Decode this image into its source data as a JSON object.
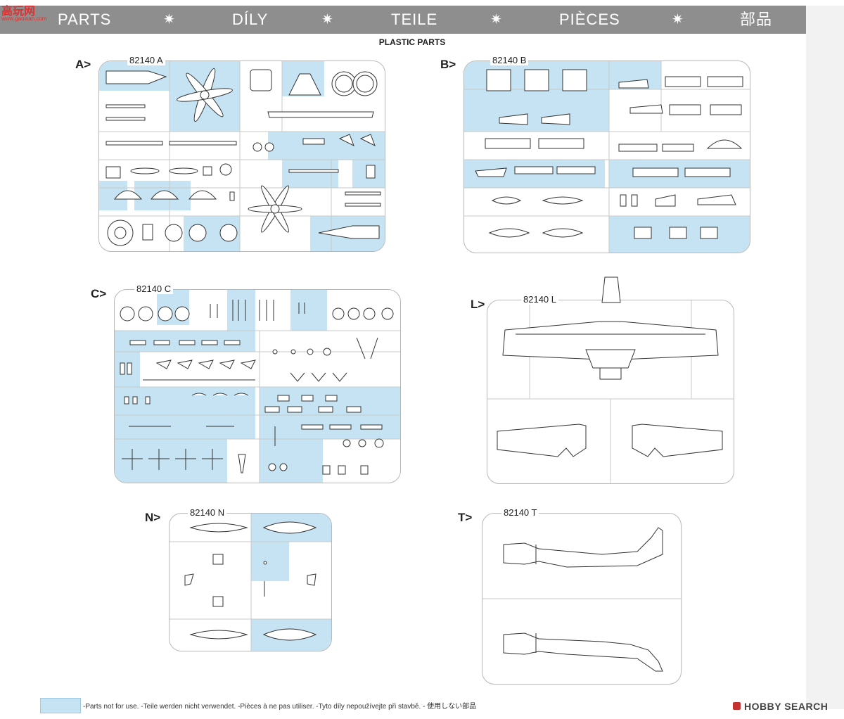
{
  "logo": {
    "main": "高玩网",
    "sub": "www.gaowan.com"
  },
  "header": {
    "items": [
      "PARTS",
      "DÍLY",
      "TEILE",
      "PIÈCES",
      "部品"
    ],
    "separator": "✷",
    "bg_color": "#8e8e8e"
  },
  "title": "PLASTIC PARTS",
  "sprues": [
    {
      "letter": "A>",
      "code": "82140 A"
    },
    {
      "letter": "B>",
      "code": "82140 B"
    },
    {
      "letter": "C>",
      "code": "82140 C"
    },
    {
      "letter": "L>",
      "code": "82140 L"
    },
    {
      "letter": "N>",
      "code": "82140 N"
    },
    {
      "letter": "T>",
      "code": "82140 T"
    }
  ],
  "footer": {
    "legend_color": "#c5e3f2",
    "text": "-Parts not for use. -Teile werden nicht verwendet. -Pièces à ne pas utiliser. -Tyto díly nepoužívejte při stavbě. -   使用しない部品"
  },
  "brand": "HOBBY SEARCH",
  "colors": {
    "unused_part": "#c5e3f2",
    "sprue_frame": "#b8b8b8",
    "part_outline": "#333333"
  }
}
